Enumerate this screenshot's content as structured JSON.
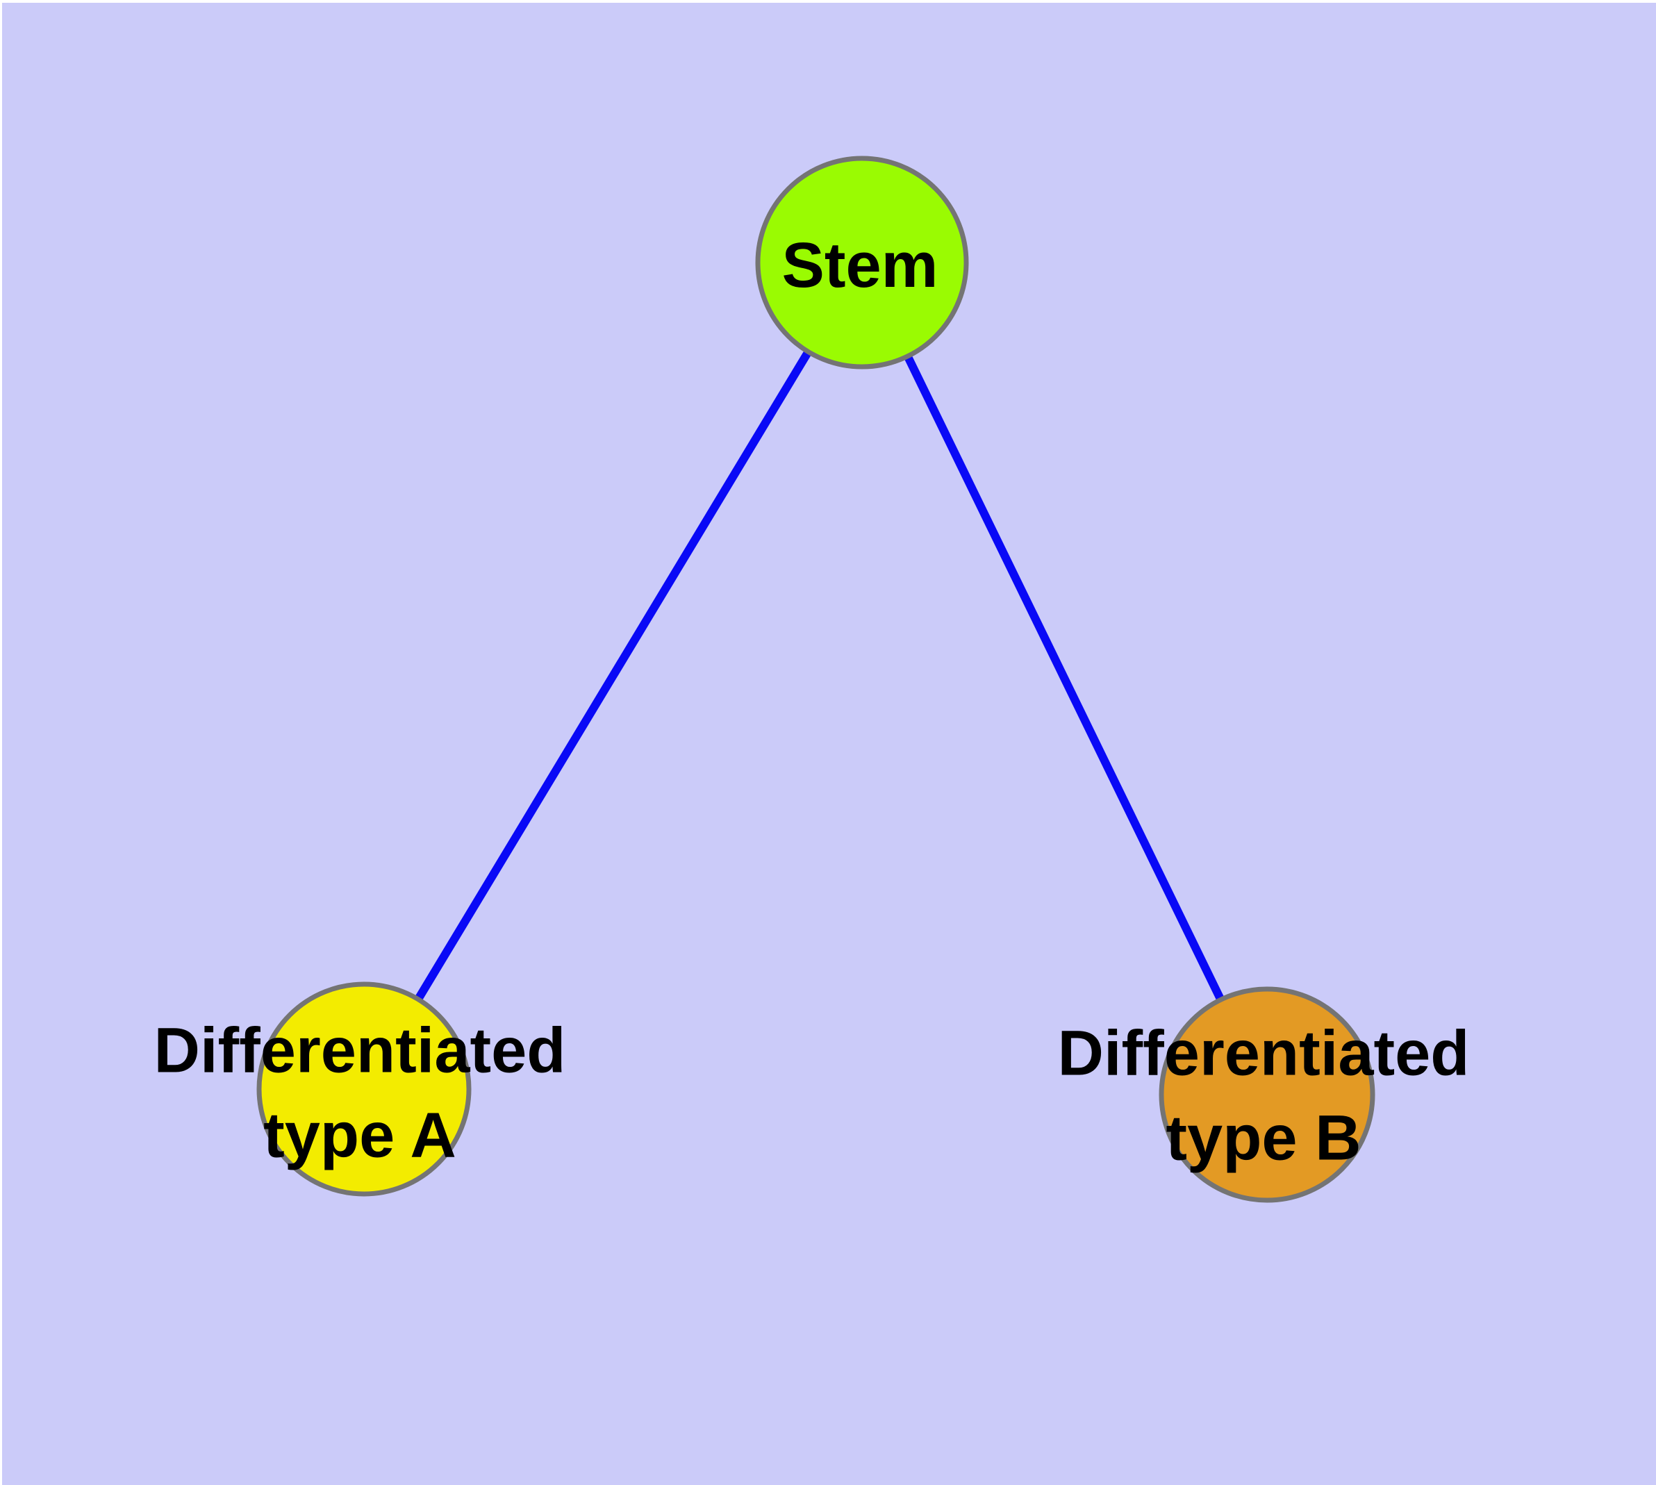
{
  "diagram": {
    "background_color": "#cbcbf9",
    "edge_color": "#0909f6",
    "node_border_color": "#747474",
    "text_color": "#000000",
    "nodes": [
      {
        "id": "stem",
        "label": "Stem",
        "fill": "#9afb02"
      },
      {
        "id": "diff-a",
        "label": "Differentiated\ntype A",
        "fill": "#f3ec00"
      },
      {
        "id": "diff-b",
        "label": "Differentiated\ntype B",
        "fill": "#e39a24"
      }
    ],
    "edges": [
      {
        "from": "stem",
        "to": "diff-a"
      },
      {
        "from": "stem",
        "to": "diff-b"
      }
    ]
  }
}
